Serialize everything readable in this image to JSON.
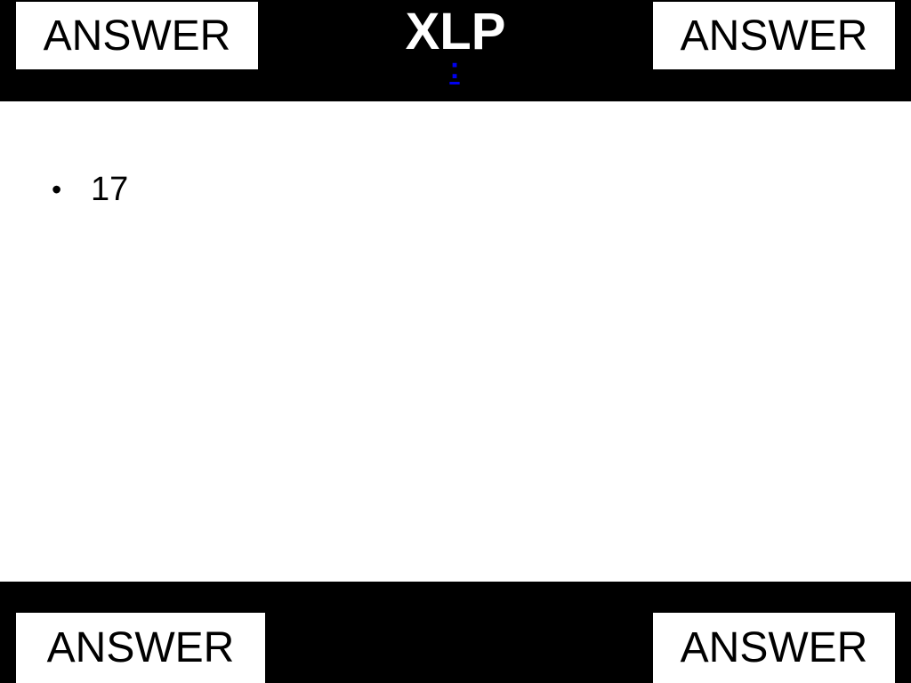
{
  "slide": {
    "title": "XLP",
    "link_text": ":",
    "answers": {
      "top_left": "ANSWER",
      "top_right": "ANSWER",
      "bottom_left": "ANSWER",
      "bottom_right": "ANSWER"
    },
    "bullet_symbol": "•",
    "content_items": [
      "17"
    ]
  },
  "colors": {
    "band": "#000000",
    "background": "#ffffff",
    "link": "#0000ee"
  }
}
